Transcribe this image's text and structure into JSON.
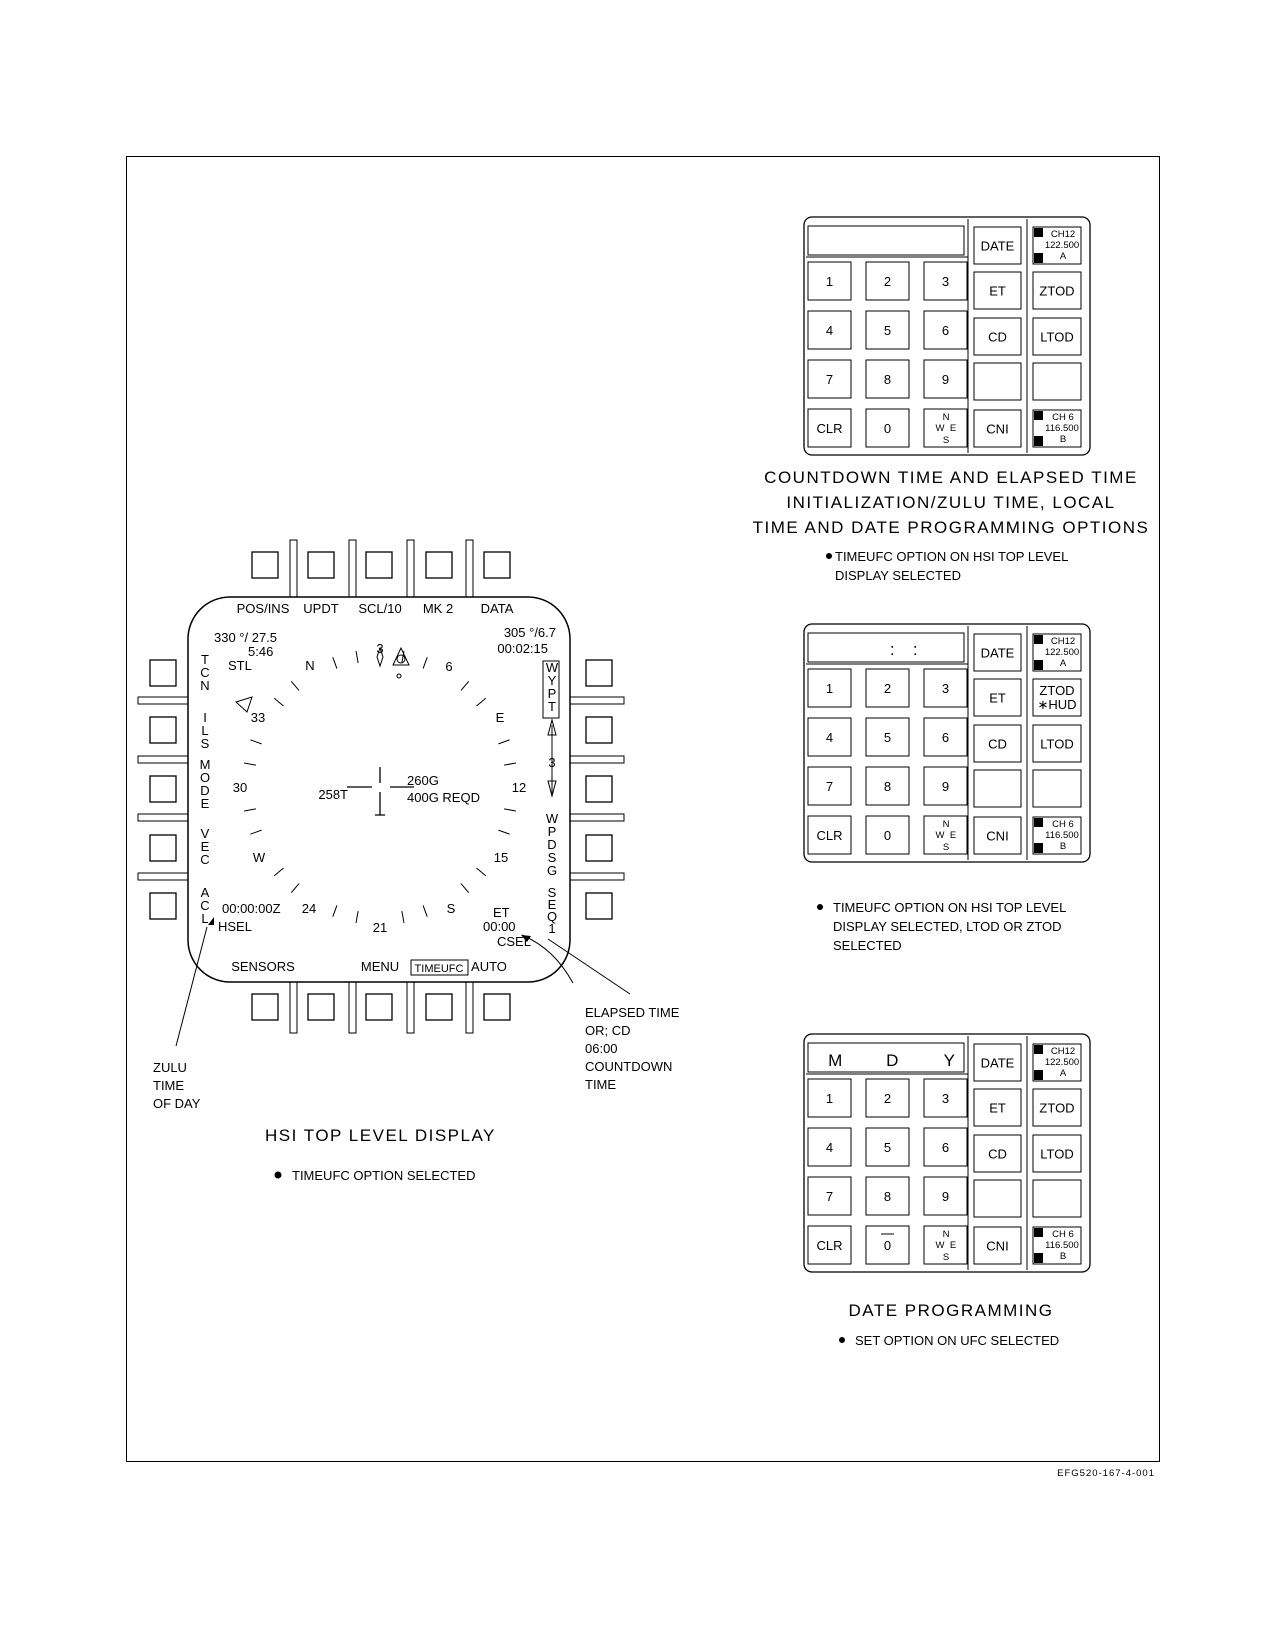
{
  "figure_id": "EFG520-167-4-001",
  "hsi": {
    "title": "HSI TOP LEVEL DISPLAY",
    "bullet": "TIMEUFC OPTION SELECTED",
    "top_buttons": [
      "POS/INS",
      "UPDT",
      "SCL/10",
      "MK 2",
      "DATA"
    ],
    "bottom_buttons": [
      "SENSORS",
      "MENU",
      "TIMEUFC",
      "AUTO"
    ],
    "left_options": [
      "TCN",
      "ILS",
      "MODE",
      "VEC",
      "ACL"
    ],
    "right_options": [
      "WYPT",
      "3",
      "WPDSG",
      "SEQ1"
    ],
    "top_left_bearing": "330 °/  27.5",
    "top_left_time": "5:46",
    "stl": "STL",
    "top_right_bearing": "305 °/6.7",
    "top_right_time": "00:02:15",
    "heading": "258T",
    "gs": "260G",
    "gs_reqd": "400G REQD",
    "zulu": "00:00:00Z",
    "hsel": "HSEL",
    "et_label": "ET",
    "et_value": "00:00",
    "csel": "CSEL",
    "compass": [
      "N",
      "3",
      "6",
      "E",
      "12",
      "15",
      "S",
      "21",
      "24",
      "W",
      "30",
      "33"
    ]
  },
  "callouts": {
    "zulu": [
      "ZULU",
      "TIME",
      "OF DAY"
    ],
    "elapsed": [
      "ELAPSED TIME",
      "OR; CD",
      "06:00",
      "COUNTDOWN",
      "TIME"
    ]
  },
  "ufc_common": {
    "keys": [
      "1",
      "2",
      "3",
      "4",
      "5",
      "6",
      "7",
      "8",
      "9",
      "CLR",
      "0"
    ],
    "nwes": [
      "N",
      "W",
      "E",
      "S"
    ],
    "func": [
      "DATE",
      "ET",
      "CD",
      "CNI"
    ],
    "ztod": "ZTOD",
    "ltod": "LTOD",
    "ch_top": [
      "CH12",
      "122.500",
      "A"
    ],
    "ch_bot": [
      "CH 6",
      "116.500",
      "B"
    ]
  },
  "panel1": {
    "title": [
      "COUNTDOWN TIME AND ELAPSED TIME",
      "INITIALIZATION/ZULU TIME, LOCAL",
      "TIME AND DATE PROGRAMMING OPTIONS"
    ],
    "bullet": [
      "TIMEUFC OPTION ON HSI TOP LEVEL",
      "DISPLAY SELECTED"
    ]
  },
  "panel2": {
    "scratch": ":   :",
    "ztod_hud": "∗HUD",
    "bullet": [
      "TIMEUFC OPTION ON HSI TOP LEVEL",
      "DISPLAY SELECTED, LTOD OR ZTOD",
      "SELECTED"
    ]
  },
  "panel3": {
    "title": "DATE PROGRAMMING",
    "scratch": [
      "M",
      "D",
      "Y"
    ],
    "bullet": "SET OPTION ON UFC SELECTED"
  }
}
